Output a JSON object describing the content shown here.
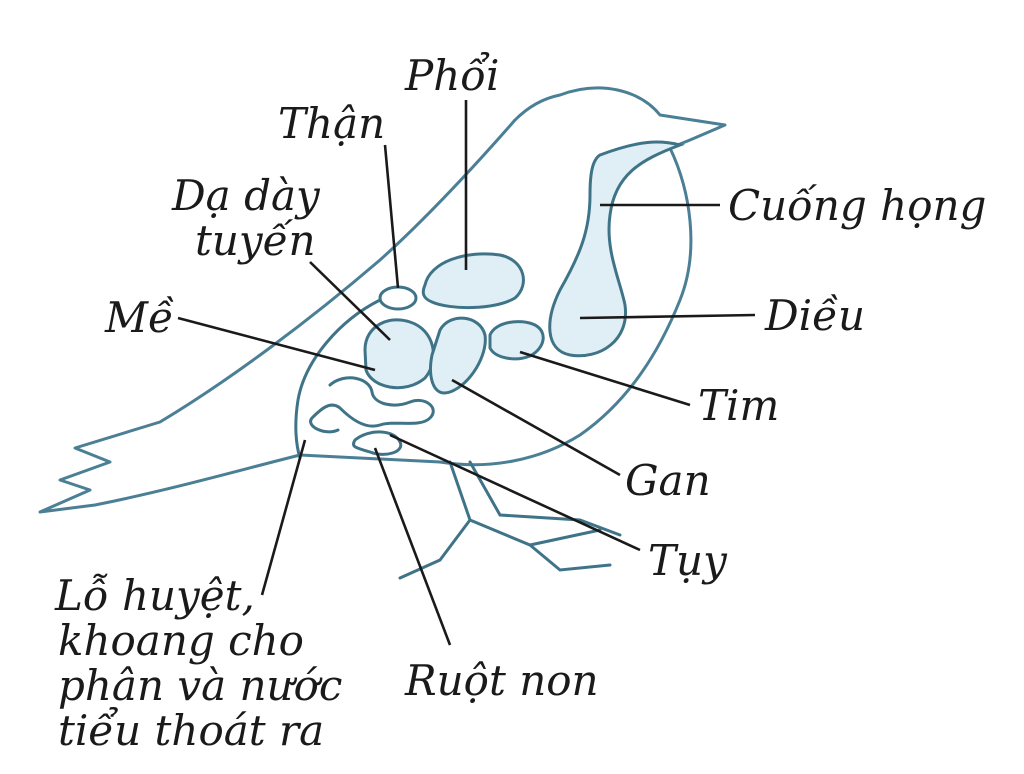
{
  "labels": {
    "phoi": "Phổi",
    "than": "Thận",
    "da_day_line1": "Dạ dày",
    "da_day_line2": "tuyến",
    "cuong_hong": "Cuống họng",
    "me": "Mề",
    "dieu": "Diều",
    "tim": "Tim",
    "gan": "Gan",
    "tuy": "Tụy",
    "ruot_non": "Ruột non",
    "lo_huyet_line1": "Lỗ huyệt,",
    "lo_huyet_line2": "khoang cho",
    "lo_huyet_line3": "phân và nước",
    "lo_huyet_line4": "tiểu thoát ra"
  },
  "colors": {
    "outline": "#4a7f95",
    "organ_fill": "#dfeff5",
    "text": "#1a1a1a"
  }
}
